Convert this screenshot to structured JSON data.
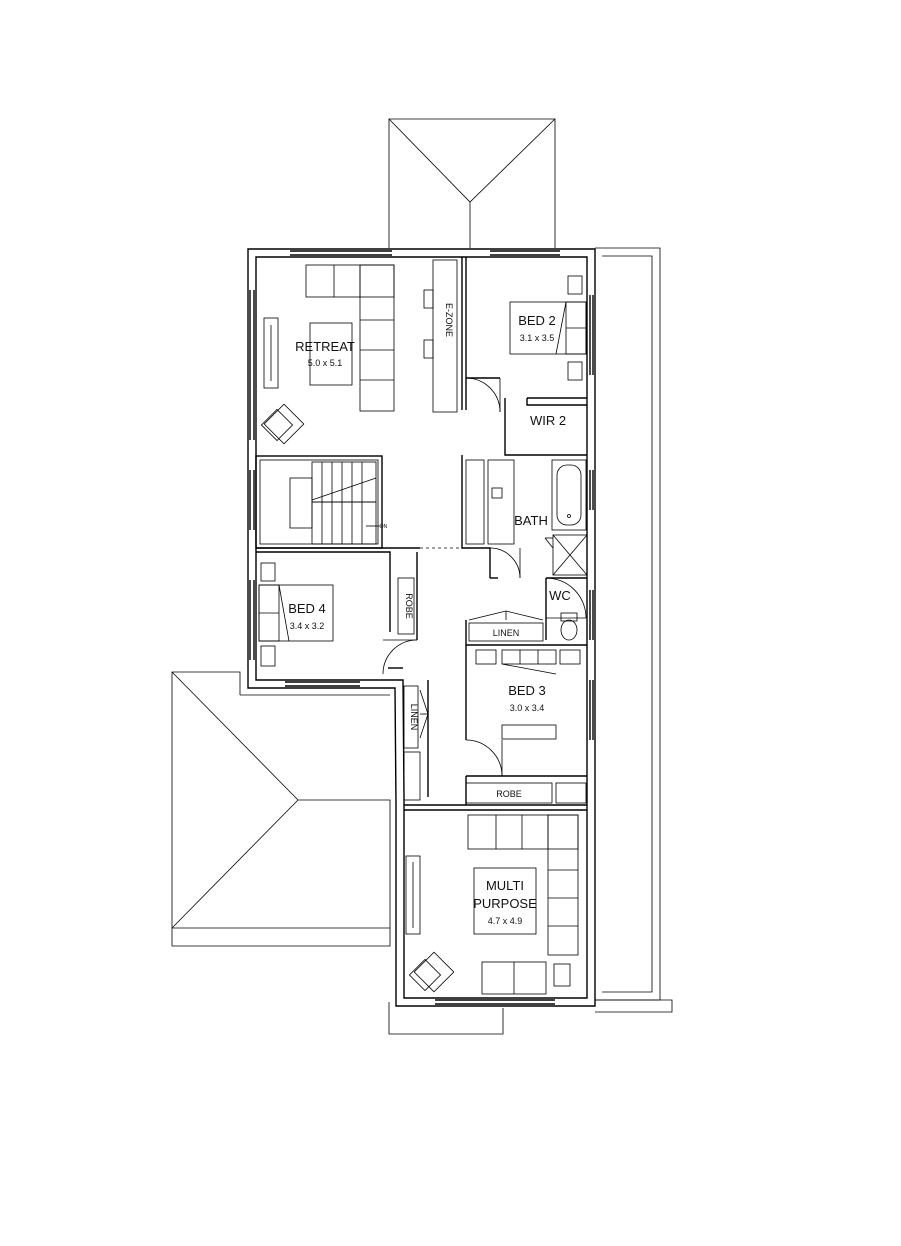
{
  "plan": {
    "rooms": {
      "retreat": {
        "name": "RETREAT",
        "size": "5.0 x 5.1"
      },
      "bed2": {
        "name": "BED 2",
        "size": "3.1 x 3.5"
      },
      "wir2": {
        "name": "WIR 2"
      },
      "bath": {
        "name": "BATH"
      },
      "wc": {
        "name": "WC"
      },
      "bed4": {
        "name": "BED 4",
        "size": "3.4 x 3.2"
      },
      "bed3": {
        "name": "BED 3",
        "size": "3.0 x 3.4"
      },
      "multi": {
        "name_line1": "MULTI",
        "name_line2": "PURPOSE",
        "size": "4.7 x 4.9"
      }
    },
    "labels": {
      "ezone": "E-ZONE",
      "robe_bed4": "ROBE",
      "linen_upper": "LINEN",
      "linen_hall": "LINEN",
      "robe_bed3": "ROBE",
      "stair_dn": "DN"
    }
  }
}
